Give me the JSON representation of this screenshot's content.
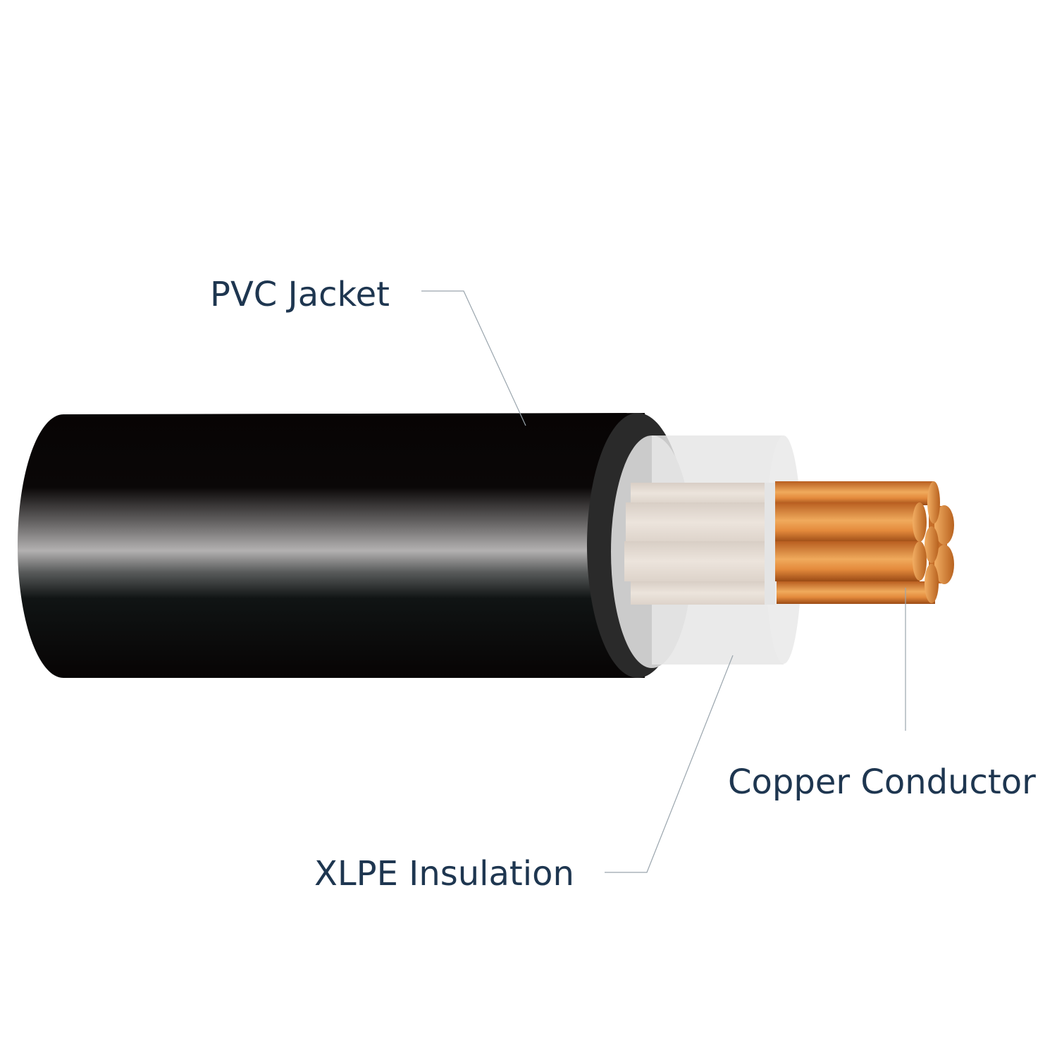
{
  "labels": {
    "jacket": "PVC Jacket",
    "insulation": "XLPE Insulation",
    "conductor": "Copper Conductor"
  },
  "colors": {
    "text": "#1e3650",
    "jacket": "#0a0606",
    "insulation": "#e6e6e6",
    "copper": "#e0853a"
  }
}
